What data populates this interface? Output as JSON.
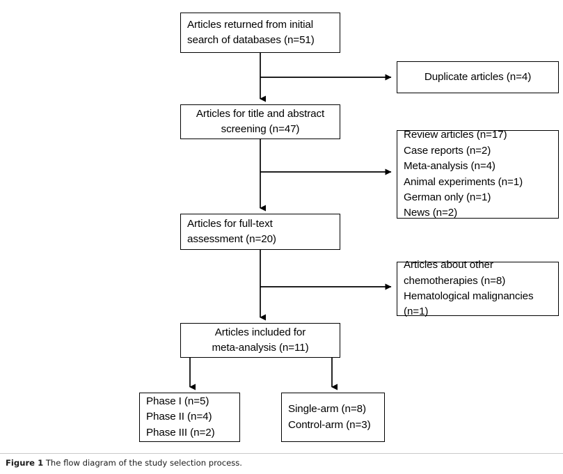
{
  "figure": {
    "caption_label": "Figure 1",
    "caption_text": " The flow diagram of the study selection process."
  },
  "diagram": {
    "type": "flowchart",
    "title": "The flow diagram of the study selection process",
    "nodes": {
      "initial_search": {
        "id": "initial-search",
        "lines": [
          "Articles returned from initial",
          "search of databases (n=51)"
        ],
        "count": 51,
        "align": "left"
      },
      "duplicates": {
        "id": "duplicates",
        "lines": [
          "Duplicate articles (n=4)"
        ],
        "count": 4,
        "align": "center"
      },
      "title_abstract": {
        "id": "title-abstract-screening",
        "lines": [
          "Articles for title and abstract",
          "screening (n=47)"
        ],
        "count": 47,
        "align": "center"
      },
      "excluded_screening": {
        "id": "excluded-after-screening",
        "lines": [
          "Review articles (n=17)",
          "Case reports (n=2)",
          "Meta-analysis (n=4)",
          "Animal experiments (n=1)",
          "German only (n=1)",
          "News (n=2)"
        ],
        "align": "left"
      },
      "full_text": {
        "id": "full-text-assessment",
        "lines": [
          "Articles for full-text",
          "assessment (n=20)"
        ],
        "count": 20,
        "align": "left"
      },
      "excluded_fulltext": {
        "id": "excluded-after-full-text",
        "lines": [
          "Articles about other",
          "chemotherapies (n=8)",
          "Hematological malignancies",
          "(n=1)"
        ],
        "align": "left"
      },
      "included": {
        "id": "included-meta-analysis",
        "lines": [
          "Articles included for",
          "meta-analysis (n=11)"
        ],
        "count": 11,
        "align": "center"
      },
      "phases": {
        "id": "study-phases",
        "lines": [
          "Phase I (n=5)",
          "Phase II (n=4)",
          "Phase III (n=2)"
        ],
        "align": "left"
      },
      "arms": {
        "id": "study-arms",
        "lines": [
          "Single-arm (n=8)",
          "Control-arm (n=3)"
        ],
        "align": "left"
      }
    },
    "colors": {
      "box_border": "#000000",
      "box_fill": "#ffffff",
      "connector": "#000000",
      "caption_rule": "#c9c9c9"
    }
  }
}
